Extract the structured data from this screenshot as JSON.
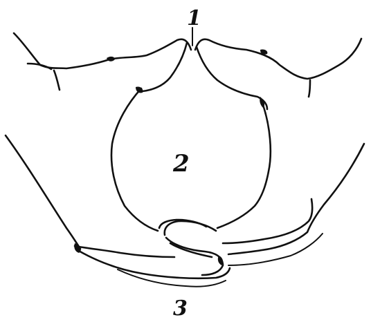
{
  "labels": {
    "top": "1",
    "center": "2",
    "bottom": "3"
  },
  "colors": {
    "ink": "#111111",
    "background": "#ffffff"
  }
}
